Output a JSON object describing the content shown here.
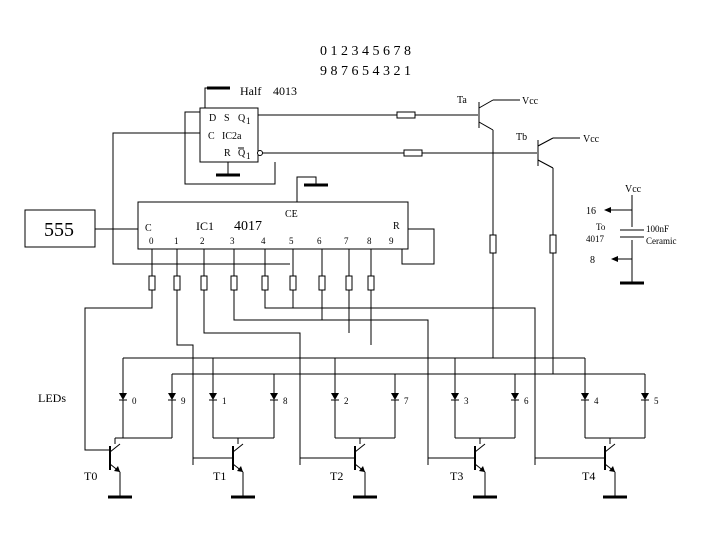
{
  "seq_top": "0  1 2 3 4 5 6 7 8",
  "seq_bottom": "9  8 7 6 5 4 3 2 1",
  "half_label": "Half",
  "ff_chip": "4013",
  "ff": {
    "d": "D",
    "s": "S",
    "q1": "Q",
    "q1sub": "1",
    "c": "C",
    "name": "IC2a",
    "r": "R",
    "qbar": "Q",
    "qbarsub": "1"
  },
  "timer": "555",
  "counter": {
    "name": "IC1",
    "chip": "4017",
    "ce": "CE",
    "c": "C",
    "r": "R",
    "pins": [
      "0",
      "1",
      "2",
      "3",
      "4",
      "5",
      "6",
      "7",
      "8",
      "9"
    ]
  },
  "ta": "Ta",
  "tb": "Tb",
  "vcc": "Vcc",
  "supply": {
    "vcc": "Vcc",
    "p16": "16",
    "to": "To",
    "chip": "4017",
    "p8": "8",
    "cap1": "100nF",
    "cap2": "Ceramic"
  },
  "leds_label": "LEDs",
  "led_labels": [
    "0",
    "9",
    "1",
    "8",
    "2",
    "7",
    "3",
    "6",
    "4",
    "5"
  ],
  "transistors": [
    "T0",
    "T1",
    "T2",
    "T3",
    "T4"
  ]
}
